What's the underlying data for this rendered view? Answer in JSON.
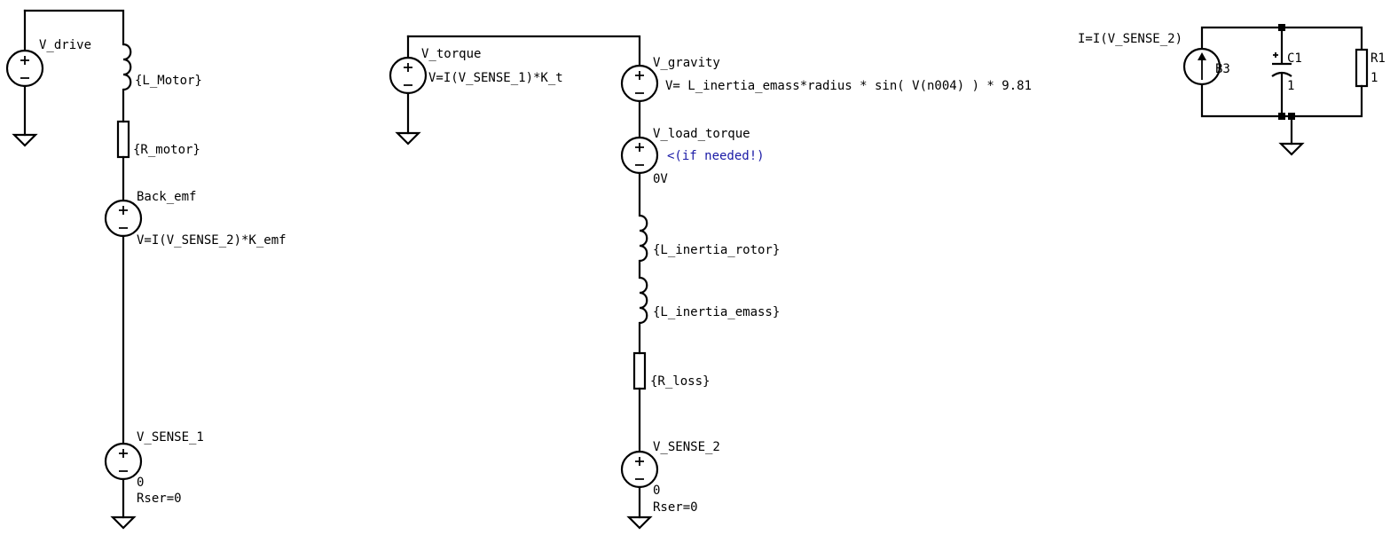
{
  "colors": {
    "wire": "#000000",
    "comment": "#1a1aa6",
    "background": "#ffffff"
  },
  "circuit1": {
    "v_drive": "V_drive",
    "l_motor": "{L_Motor}",
    "r_motor": "{R_motor}",
    "back_emf_name": "Back_emf",
    "back_emf_value": "V=I(V_SENSE_2)*K_emf",
    "v_sense_1_name": "V_SENSE_1",
    "v_sense_1_value": "0",
    "v_sense_1_rser": "Rser=0"
  },
  "circuit2": {
    "v_torque_name": "V_torque",
    "v_torque_value": "V=I(V_SENSE_1)*K_t",
    "v_gravity_name": "V_gravity",
    "v_gravity_value": "V= L_inertia_emass*radius * sin( V(n004) ) * 9.81",
    "v_load_torque_name": "V_load_torque",
    "v_load_torque_comment": "<(if needed!)",
    "v_load_torque_value": "0V",
    "l_inertia_rotor": "{L_inertia_rotor}",
    "l_inertia_emass": "{L_inertia_emass}",
    "r_loss": "{R_loss}",
    "v_sense_2_name": "V_SENSE_2",
    "v_sense_2_value": "0",
    "v_sense_2_rser": "Rser=0"
  },
  "circuit3": {
    "b3_value": "I=I(V_SENSE_2)",
    "b3_name": "B3",
    "c1_name": "C1",
    "c1_value": "1",
    "r1_name": "R1",
    "r1_value": "1"
  }
}
